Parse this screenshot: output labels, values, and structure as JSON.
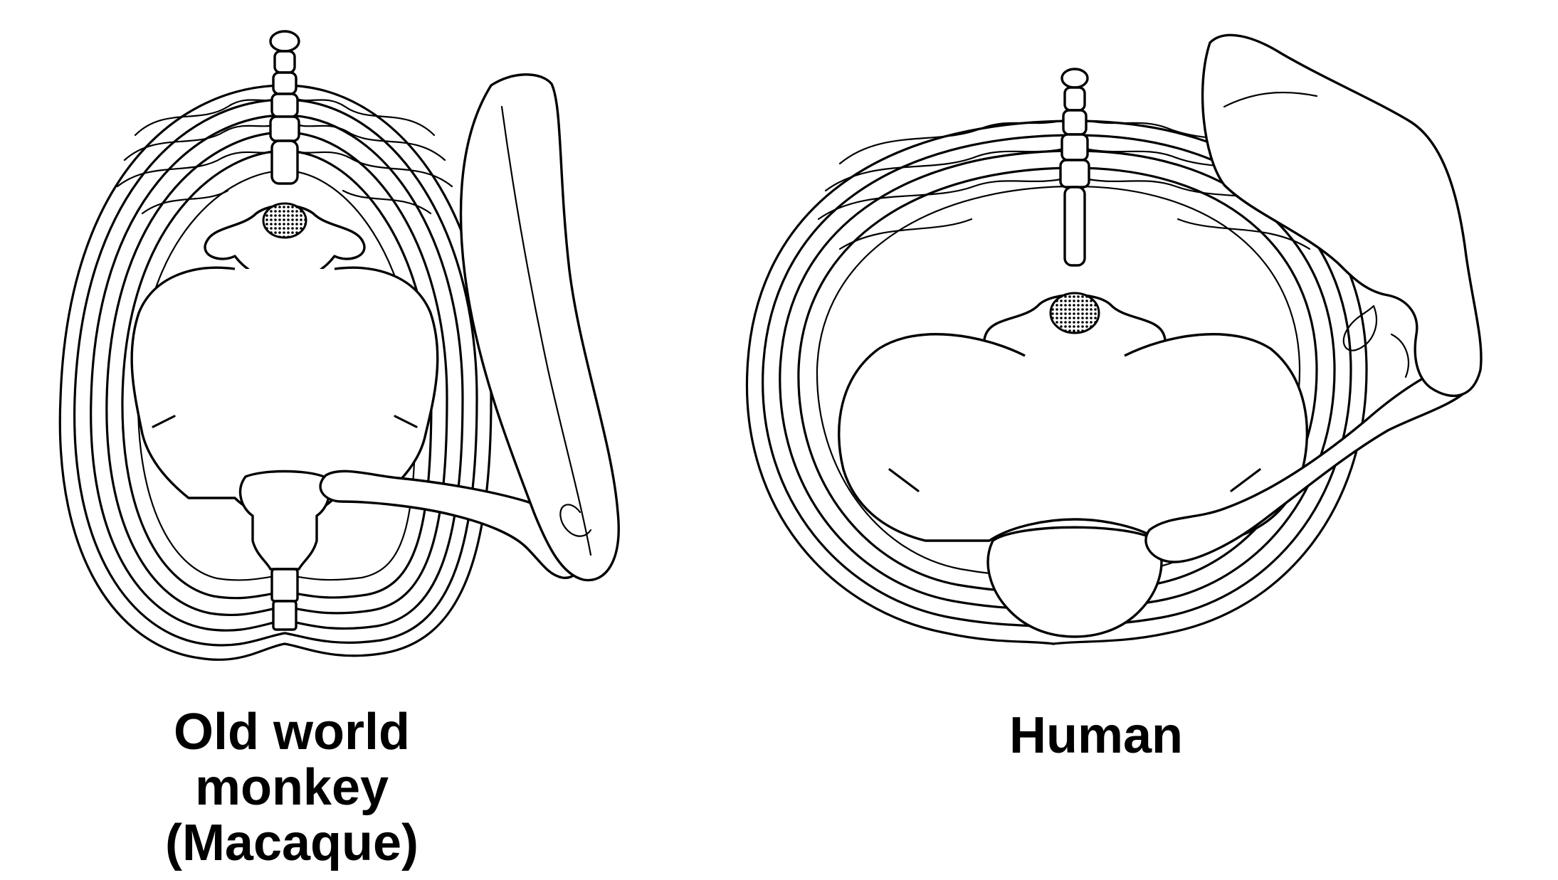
{
  "figure": {
    "panels": [
      {
        "id": "monkey",
        "caption_lines": [
          "Old world",
          "monkey",
          "(Macaque)"
        ]
      },
      {
        "id": "human",
        "caption_lines": [
          "Human"
        ]
      }
    ]
  },
  "colors": {
    "ink": "#000000",
    "background": "#ffffff"
  }
}
